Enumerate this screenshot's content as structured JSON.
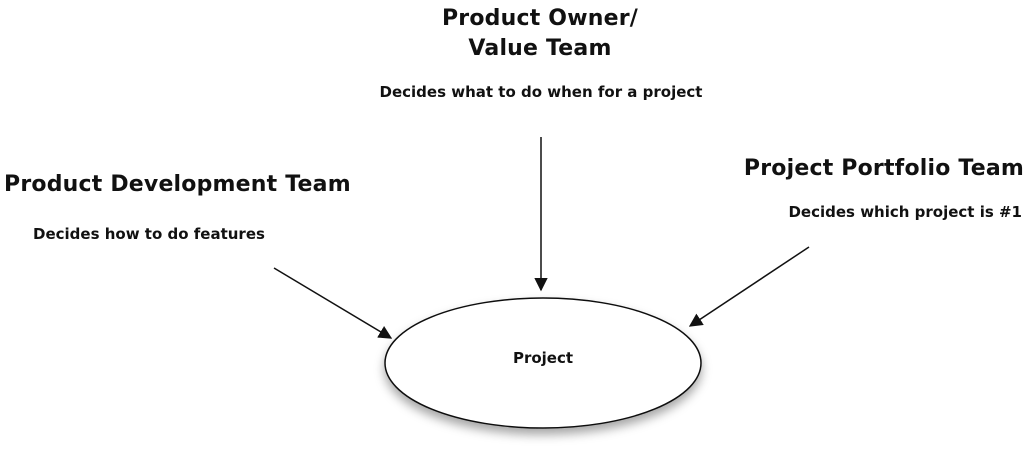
{
  "nodes": {
    "product_owner": {
      "title_line1": "Product Owner/",
      "title_line2": "Value Team",
      "description": "Decides what to do when for a project"
    },
    "product_development": {
      "title": "Product Development Team",
      "description": "Decides how to do features"
    },
    "project_portfolio": {
      "title": "Project Portfolio Team",
      "description": "Decides which project is #1"
    },
    "project": {
      "label": "Project"
    }
  },
  "colors": {
    "stroke": "#111111",
    "ellipse_fill": "#ffffff",
    "text": "#111111"
  }
}
